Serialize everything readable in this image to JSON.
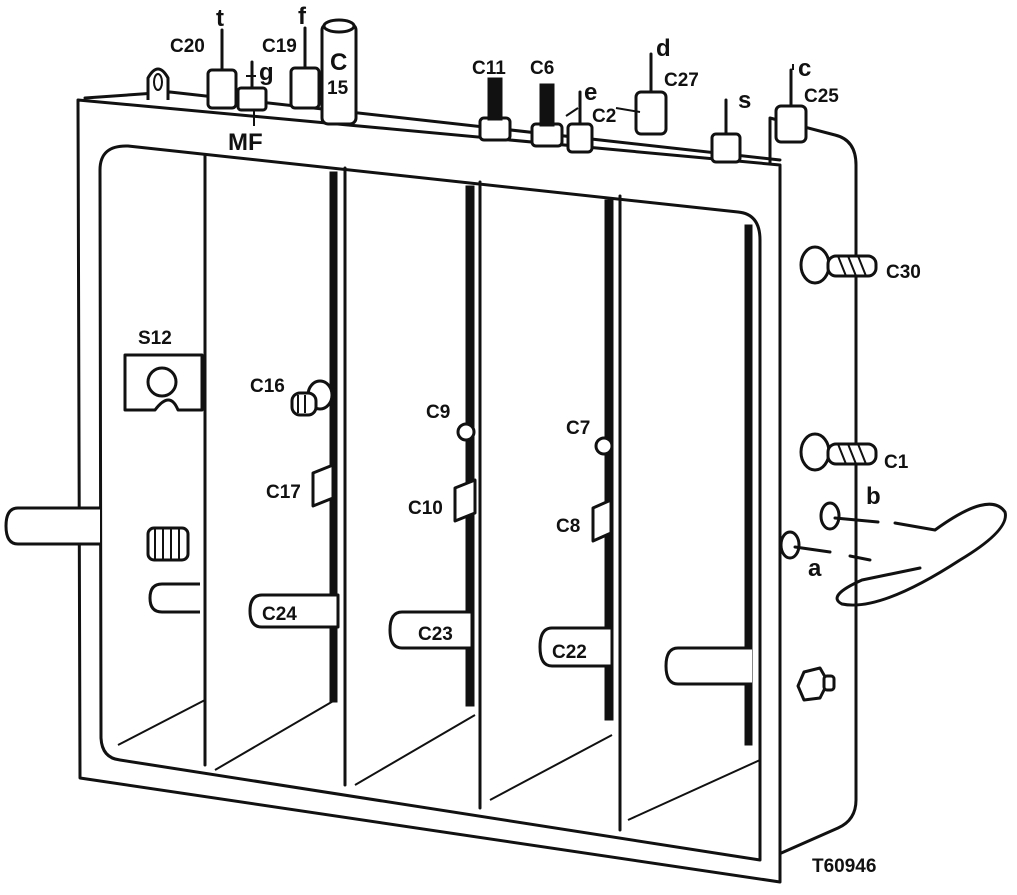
{
  "drawing_number": "T60946",
  "top_labels": {
    "t": "t",
    "f": "f",
    "g": "g",
    "C20": "C20",
    "C19": "C19",
    "C": "C",
    "15": "15",
    "MF": "MF",
    "C11": "C11",
    "C6": "C6",
    "e": "e",
    "C2": "C2",
    "d": "d",
    "C27": "C27",
    "s": "s",
    "c": "c",
    "C25": "C25"
  },
  "side_labels": {
    "C30": "C30",
    "C1": "C1",
    "b": "b",
    "a": "a"
  },
  "inner_labels": {
    "S12": "S12",
    "C16": "C16",
    "C17": "C17",
    "C9": "C9",
    "C10": "C10",
    "C7": "C7",
    "C8": "C8"
  },
  "tab_labels": {
    "C24": "C24",
    "C23": "C23",
    "C22": "C22"
  }
}
